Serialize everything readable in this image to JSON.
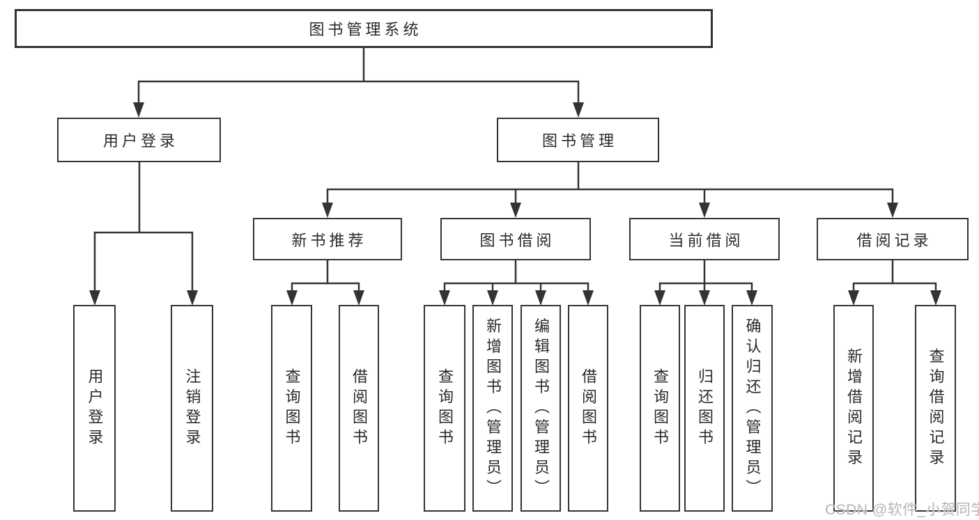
{
  "colors": {
    "line": "#333333",
    "box_border": "#333333",
    "box_fill": "#ffffff",
    "text": "#2a2a2a",
    "background": "#ffffff",
    "watermark": "#b5b5b5"
  },
  "tree": {
    "root": {
      "label": "图书管理系统"
    },
    "branches": [
      {
        "label": "用户登录",
        "children": [
          "用户登录",
          "注销登录"
        ]
      },
      {
        "label": "图书管理",
        "sections": [
          {
            "label": "新书推荐",
            "children": [
              "查询图书",
              "借阅图书"
            ]
          },
          {
            "label": "图书借阅",
            "children": [
              "查询图书",
              "新增图书（管理员）",
              "编辑图书（管理员）",
              "借阅图书"
            ]
          },
          {
            "label": "当前借阅",
            "children": [
              "查询图书",
              "归还图书",
              "确认归还（管理员）"
            ]
          },
          {
            "label": "借阅记录",
            "children": [
              "新增借阅记录",
              "查询借阅记录"
            ]
          }
        ]
      }
    ]
  },
  "watermark": {
    "text": "CSDN @软件_小贺同学"
  }
}
